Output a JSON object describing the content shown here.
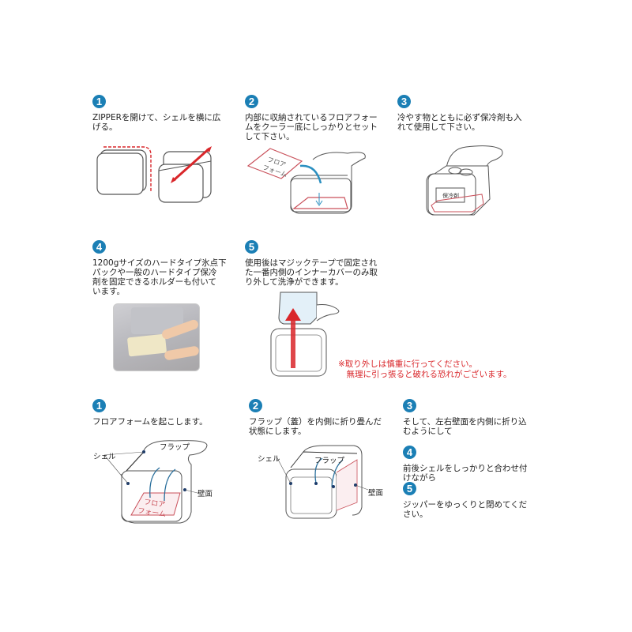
{
  "setup_steps": [
    {
      "num": "1",
      "text": "ZIPPERを開けて、シェルを横に広\nげる。"
    },
    {
      "num": "2",
      "text": "内部に収納されているフロアフォー\nムをクーラー底にしっかりとセット\nして下さい。"
    },
    {
      "num": "3",
      "text": "冷やす物とともに必ず保冷剤も入\nれて使用して下さい。"
    },
    {
      "num": "4",
      "text": "1200gサイズのハードタイプ氷点下\nパックや一般のハードタイプ保冷\n剤を固定できるホルダーも付いて\nいます。"
    },
    {
      "num": "5",
      "text": "使用後はマジックテープで固定され\nた一番内側のインナーカバーのみ取\nり外して洗浄ができます。"
    }
  ],
  "warning": "※取り外しは慎重に行ってください。\n　無理に引っ張ると破れる恐れがございます。",
  "fold_steps": [
    {
      "num": "1",
      "text": "フロアフォームを起こします。"
    },
    {
      "num": "2",
      "text": "フラップ（蓋）を内側に折り畳んだ\n状態にします。"
    },
    {
      "num": "3",
      "text": "そして、左右壁面を内側に折り込\nむようにして"
    },
    {
      "num": "4",
      "text": "前後シェルをしっかりと合わせ付\nけながら"
    },
    {
      "num": "5",
      "text": "ジッパーをゆっくりと閉めてくだ\nさい。"
    }
  ],
  "labels": {
    "floor_form_line1": "フロア",
    "floor_form_line2": "フォーム",
    "ice_pack": "保冷剤",
    "shell": "シェル",
    "flap": "フラップ",
    "wall": "壁面"
  },
  "colors": {
    "accent_blue": "#1b7fb5",
    "warning_red": "#d9262a",
    "form_pink": "#c9505a"
  }
}
